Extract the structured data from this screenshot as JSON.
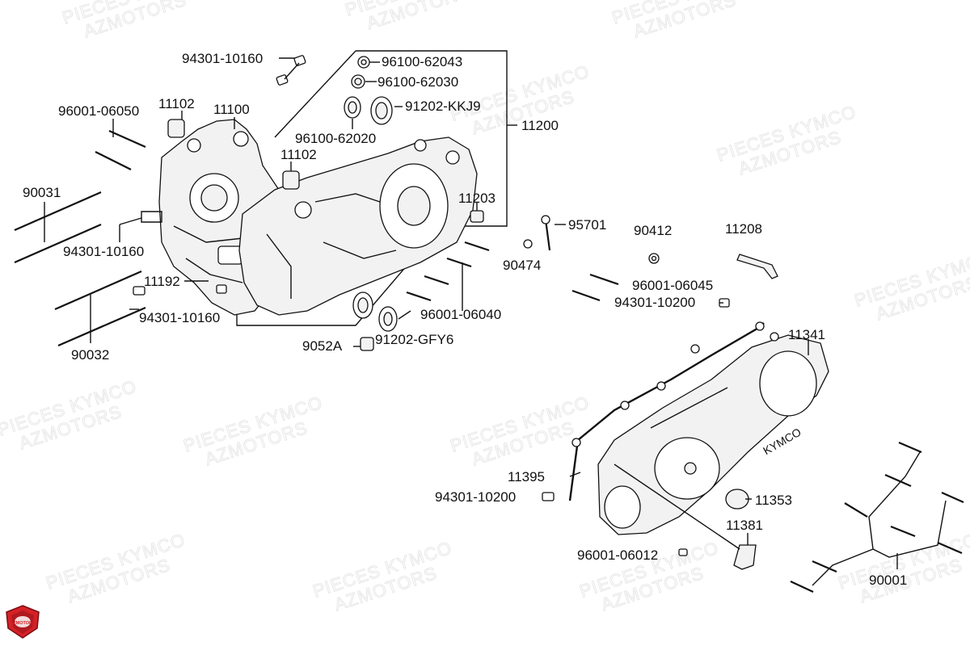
{
  "watermark": {
    "line1": "PIECES KYMCO",
    "line2": "AZMOTORS"
  },
  "logo": {
    "text": "AZMOTORS",
    "color": "#d42127"
  },
  "colors": {
    "ink": "#111111",
    "part_fill": "#f2f2f2"
  },
  "labels": {
    "p94301_10160_top": "94301-10160",
    "p96100_62043": "96100-62043",
    "p96100_62030": "96100-62030",
    "p91202_KKJ9": "91202-KKJ9",
    "p96100_62020": "96100-62020",
    "p11200": "11200",
    "p96001_06050": "96001-06050",
    "p11102_a": "11102",
    "p11100": "11100",
    "p11102_b": "11102",
    "p11203": "11203",
    "p90031": "90031",
    "p94301_10160_mid": "94301-10160",
    "p11192": "11192",
    "p94301_10160_low": "94301-10160",
    "p90032": "90032",
    "p95701": "95701",
    "p90474": "90474",
    "p90412": "90412",
    "p11208": "11208",
    "p96001_06045": "96001-06045",
    "p94301_10200_a": "94301-10200",
    "p96001_06040": "96001-06040",
    "p9052A": "9052A",
    "p91202_GFY6": "91202-GFY6",
    "p11341": "11341",
    "p11395": "11395",
    "p94301_10200_b": "94301-10200",
    "p11353": "11353",
    "p11381": "11381",
    "p96001_06012": "96001-06012",
    "p90001": "90001"
  }
}
